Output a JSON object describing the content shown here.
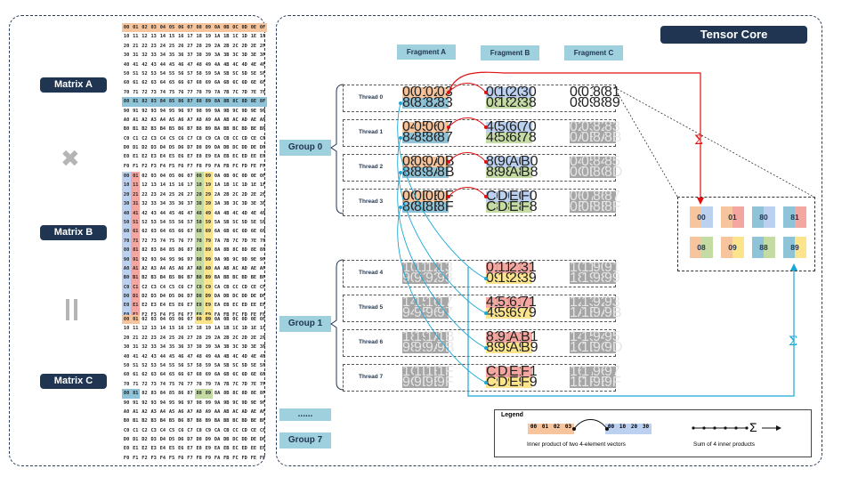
{
  "labels": {
    "matrix_a": "Matrix A",
    "matrix_b": "Matrix B",
    "matrix_c": "Matrix C",
    "multiply": "✖",
    "equals": "‖",
    "tensor_core": "Tensor Core",
    "fragment_a": "Fragment A",
    "fragment_b": "Fragment B",
    "fragment_c": "Fragment C",
    "group0": "Group 0",
    "group1": "Group 1",
    "group_more": "......",
    "group7": "Group 7",
    "sigma": "Σ"
  },
  "matrix_rows": [
    [
      "00",
      "01",
      "02",
      "03",
      "04",
      "05",
      "06",
      "07",
      "08",
      "09",
      "0A",
      "0B",
      "0C",
      "0D",
      "0E",
      "0F"
    ],
    [
      "10",
      "11",
      "12",
      "13",
      "14",
      "15",
      "16",
      "17",
      "18",
      "19",
      "1A",
      "1B",
      "1C",
      "1D",
      "1E",
      "1F"
    ],
    [
      "20",
      "21",
      "22",
      "23",
      "24",
      "25",
      "26",
      "27",
      "28",
      "29",
      "2A",
      "2B",
      "2C",
      "2D",
      "2E",
      "2F"
    ],
    [
      "30",
      "31",
      "32",
      "33",
      "34",
      "35",
      "36",
      "37",
      "38",
      "39",
      "3A",
      "3B",
      "3C",
      "3D",
      "3E",
      "3F"
    ],
    [
      "40",
      "41",
      "42",
      "43",
      "44",
      "45",
      "46",
      "47",
      "48",
      "49",
      "4A",
      "4B",
      "4C",
      "4D",
      "4E",
      "4F"
    ],
    [
      "50",
      "51",
      "52",
      "53",
      "54",
      "55",
      "56",
      "57",
      "58",
      "59",
      "5A",
      "5B",
      "5C",
      "5D",
      "5E",
      "5F"
    ],
    [
      "60",
      "61",
      "62",
      "63",
      "64",
      "65",
      "66",
      "67",
      "68",
      "69",
      "6A",
      "6B",
      "6C",
      "6D",
      "6E",
      "6F"
    ],
    [
      "70",
      "71",
      "72",
      "73",
      "74",
      "75",
      "76",
      "77",
      "78",
      "79",
      "7A",
      "7B",
      "7C",
      "7D",
      "7E",
      "7F"
    ],
    [
      "80",
      "81",
      "82",
      "83",
      "84",
      "85",
      "86",
      "87",
      "88",
      "89",
      "8A",
      "8B",
      "8C",
      "8D",
      "8E",
      "8F"
    ],
    [
      "90",
      "91",
      "92",
      "93",
      "94",
      "95",
      "96",
      "97",
      "98",
      "99",
      "9A",
      "9B",
      "9C",
      "9D",
      "9E",
      "9F"
    ],
    [
      "A0",
      "A1",
      "A2",
      "A3",
      "A4",
      "A5",
      "A6",
      "A7",
      "A8",
      "A9",
      "AA",
      "AB",
      "AC",
      "AD",
      "AE",
      "AF"
    ],
    [
      "B0",
      "B1",
      "B2",
      "B3",
      "B4",
      "B5",
      "B6",
      "B7",
      "B8",
      "B9",
      "BA",
      "BB",
      "BC",
      "BD",
      "BE",
      "BF"
    ],
    [
      "C0",
      "C1",
      "C2",
      "C3",
      "C4",
      "C5",
      "C6",
      "C7",
      "C8",
      "C9",
      "CA",
      "CB",
      "CC",
      "CD",
      "CE",
      "CF"
    ],
    [
      "D0",
      "D1",
      "D2",
      "D3",
      "D4",
      "D5",
      "D6",
      "D7",
      "D8",
      "D9",
      "DA",
      "DB",
      "DC",
      "DD",
      "DE",
      "DF"
    ],
    [
      "E0",
      "E1",
      "E2",
      "E3",
      "E4",
      "E5",
      "E6",
      "E7",
      "E8",
      "E9",
      "EA",
      "EB",
      "EC",
      "ED",
      "EE",
      "EF"
    ],
    [
      "F0",
      "F1",
      "F2",
      "F3",
      "F4",
      "F5",
      "F6",
      "F7",
      "F8",
      "F9",
      "FA",
      "FB",
      "FC",
      "FD",
      "FE",
      "FF"
    ]
  ],
  "threads": [
    {
      "label": "Thread 0",
      "a": [
        [
          "00",
          "01",
          "02",
          "03"
        ],
        [
          "80",
          "81",
          "82",
          "83"
        ]
      ],
      "b": [
        [
          "00",
          "10",
          "20",
          "30"
        ],
        [
          "08",
          "18",
          "28",
          "38"
        ]
      ],
      "c": [
        [
          "00",
          "01",
          "80",
          "81"
        ],
        [
          "08",
          "09",
          "88",
          "89"
        ]
      ],
      "active": true
    },
    {
      "label": "Thread 1",
      "a": [
        [
          "04",
          "05",
          "06",
          "07"
        ],
        [
          "84",
          "85",
          "86",
          "87"
        ]
      ],
      "b": [
        [
          "40",
          "50",
          "60",
          "70"
        ],
        [
          "48",
          "58",
          "68",
          "78"
        ]
      ],
      "c": [
        [
          "02",
          "03",
          "82",
          "83"
        ],
        [
          "0A",
          "0B",
          "8A",
          "8B"
        ]
      ],
      "active": true
    },
    {
      "label": "Thread 2",
      "a": [
        [
          "08",
          "09",
          "0A",
          "0B"
        ],
        [
          "88",
          "89",
          "8A",
          "8B"
        ]
      ],
      "b": [
        [
          "80",
          "90",
          "A0",
          "B0"
        ],
        [
          "88",
          "98",
          "A8",
          "B8"
        ]
      ],
      "c": [
        [
          "04",
          "05",
          "84",
          "85"
        ],
        [
          "0C",
          "0D",
          "8C",
          "8D"
        ]
      ],
      "active": true
    },
    {
      "label": "Thread 3",
      "a": [
        [
          "0C",
          "0D",
          "0E",
          "0F"
        ],
        [
          "8C",
          "8D",
          "8E",
          "8F"
        ]
      ],
      "b": [
        [
          "C0",
          "D0",
          "E0",
          "F0"
        ],
        [
          "C8",
          "D8",
          "E8",
          "F8"
        ]
      ],
      "c": [
        [
          "06",
          "07",
          "86",
          "87"
        ],
        [
          "0E",
          "0F",
          "8E",
          "8F"
        ]
      ],
      "active": true
    },
    {
      "label": "Thread 4",
      "a": [
        [
          "10",
          "11",
          "12",
          "13"
        ],
        [
          "90",
          "91",
          "92",
          "93"
        ]
      ],
      "b": [
        [
          "01",
          "11",
          "21",
          "31"
        ],
        [
          "09",
          "19",
          "29",
          "39"
        ]
      ],
      "c": [
        [
          "10",
          "11",
          "90",
          "91"
        ],
        [
          "18",
          "19",
          "98",
          "99"
        ]
      ],
      "active": false
    },
    {
      "label": "Thread 5",
      "a": [
        [
          "14",
          "15",
          "16",
          "17"
        ],
        [
          "94",
          "95",
          "96",
          "97"
        ]
      ],
      "b": [
        [
          "41",
          "51",
          "61",
          "71"
        ],
        [
          "49",
          "59",
          "69",
          "79"
        ]
      ],
      "c": [
        [
          "12",
          "13",
          "92",
          "93"
        ],
        [
          "1A",
          "1B",
          "9A",
          "9B"
        ]
      ],
      "active": false
    },
    {
      "label": "Thread 6",
      "a": [
        [
          "18",
          "19",
          "1A",
          "1B"
        ],
        [
          "98",
          "99",
          "9A",
          "9B"
        ]
      ],
      "b": [
        [
          "81",
          "91",
          "A1",
          "B1"
        ],
        [
          "89",
          "99",
          "A9",
          "B9"
        ]
      ],
      "c": [
        [
          "14",
          "15",
          "94",
          "95"
        ],
        [
          "1C",
          "1D",
          "9C",
          "9D"
        ]
      ],
      "active": false
    },
    {
      "label": "Thread 7",
      "a": [
        [
          "1C",
          "1D",
          "1E",
          "1F"
        ],
        [
          "9C",
          "9D",
          "9E",
          "9F"
        ]
      ],
      "b": [
        [
          "C1",
          "D1",
          "E1",
          "F1"
        ],
        [
          "C9",
          "D9",
          "E9",
          "F9"
        ]
      ],
      "c": [
        [
          "16",
          "17",
          "96",
          "97"
        ],
        [
          "1E",
          "1F",
          "9E",
          "9F"
        ]
      ],
      "active": false
    }
  ],
  "zoom_cells": [
    [
      "00",
      "01",
      "80",
      "81"
    ],
    [
      "08",
      "09",
      "88",
      "89"
    ]
  ],
  "legend": {
    "title": "Legend",
    "vec_a": [
      "00",
      "01",
      "02",
      "03"
    ],
    "vec_b": [
      "00",
      "10",
      "20",
      "30"
    ],
    "inner_product_text": "Inner product of two 4-element vectors",
    "sum_text": "Sum of 4 inner products",
    "sigma": "Σ"
  },
  "colors": {
    "navy": "#1f3552",
    "fragment_header": "#9fd0dd",
    "orange": "#f6c49d",
    "blue_row": "#8fc3d8",
    "pink": "#f4a6a0",
    "lightblue": "#bcd0f0",
    "green": "#c5dba4",
    "yellow": "#fbe48c",
    "gray_cell": "#a6a6a6",
    "red_arrow": "#e01010",
    "cyan_arrow": "#1aa7d6"
  }
}
